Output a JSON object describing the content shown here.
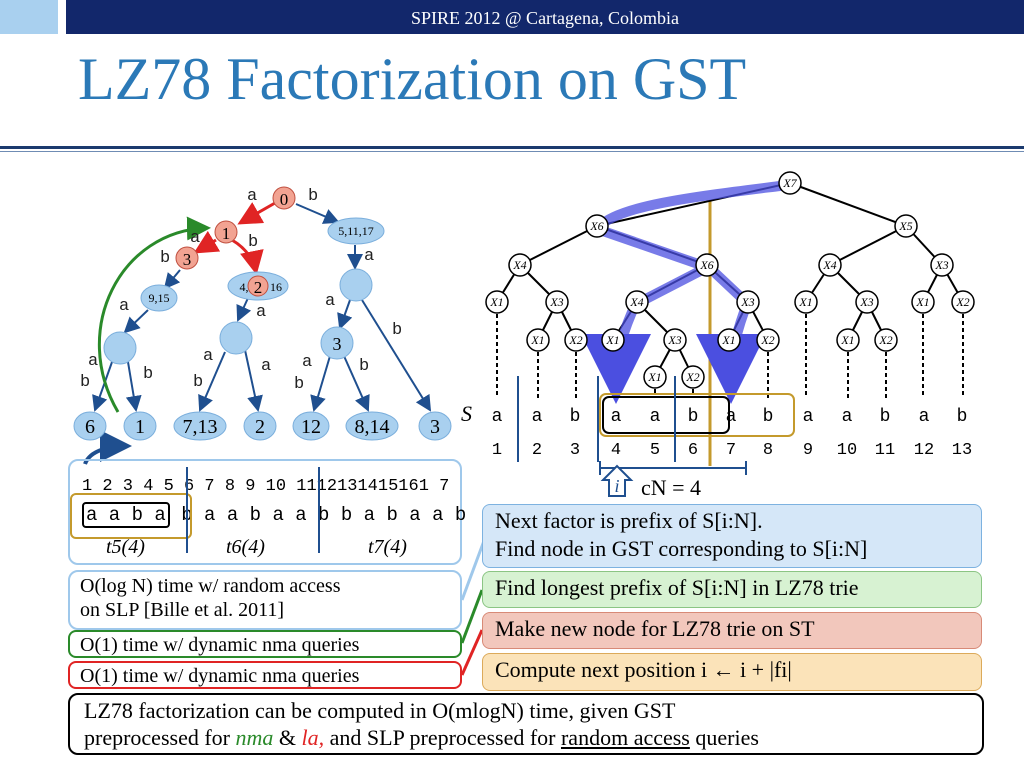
{
  "header": {
    "conference": "SPIRE 2012 @ Cartagena, Colombia"
  },
  "title": "LZ78 Factorization on GST",
  "colors": {
    "header_dark": "#12276b",
    "header_light": "#a9d0ef",
    "title": "#2b79b7",
    "green": "#2a8a2a",
    "red": "#e02424",
    "blue": "#1f4f8f",
    "gold": "#c49a2c"
  },
  "trie": {
    "root": "0",
    "node_1": "1",
    "node_3": "3",
    "node_2": "2",
    "node_91": "9,15",
    "node_517": "5,11,17",
    "node_416a": "4,",
    "node_416b": "16",
    "inner_3": "3",
    "edge_labels": [
      "a",
      "b",
      "a",
      "b",
      "b",
      "a",
      "a",
      "a",
      "a",
      "a",
      "b",
      "a",
      "b",
      "b",
      "a",
      "b",
      "a",
      "b",
      "b"
    ],
    "leaves": [
      "6",
      "1",
      "7,13",
      "2",
      "12",
      "8,14",
      "3"
    ]
  },
  "sequence": {
    "positions_a": "1 2 3 4 5",
    "positions_b": "6 7 8 9 10",
    "positions_c": "11",
    "positions_d": "12131415161 7",
    "string_boxed": "a a b a",
    "string_rest": "b a a b a a b b a b a a b",
    "t5": "t5(4)",
    "t6": "t6(4)",
    "t7": "t7(4)"
  },
  "complexity": {
    "random_access_1": "O(log N) time w/ random access",
    "random_access_2": "on SLP [Bille et al. 2011]",
    "nma": "O(1) time w/ dynamic nma queries",
    "la": "O(1) time w/ dynamic nma queries"
  },
  "slp": {
    "nodes": [
      "X7",
      "X6",
      "X5",
      "X4",
      "X6",
      "X4",
      "X3",
      "X1",
      "X3",
      "X4",
      "X3",
      "X1",
      "X3",
      "X1",
      "X2",
      "X1",
      "X2",
      "X1",
      "X3",
      "X1",
      "X2",
      "X1",
      "X2",
      "X1",
      "X2"
    ],
    "s_label": "S",
    "s_chars": [
      "a",
      "a",
      "b",
      "a",
      "a",
      "b",
      "a",
      "b",
      "a",
      "a",
      "b",
      "a",
      "b"
    ],
    "s_pos": [
      "1",
      "2",
      "3",
      "4",
      "5",
      "6",
      "7",
      "8",
      "9",
      "10",
      "11",
      "12",
      "13"
    ],
    "i_label": "i",
    "cn": "cN = 4"
  },
  "steps": {
    "s1_line1": "Next factor is prefix of S[i:N].",
    "s1_line2": "Find node in GST corresponding to S[i:N]",
    "s2": "Find longest prefix of S[i:N] in LZ78 trie",
    "s3": "Make new node for LZ78 trie on ST",
    "s4": "Compute next position i ← i + |fi|"
  },
  "conclusion": {
    "line1": "LZ78 factorization can be computed in O(mlogN) time, given GST",
    "line2a": "preprocessed for ",
    "nma": "nma",
    "amp": " & ",
    "la": "la,",
    "line2b": " and SLP preprocessed for ",
    "ra": "random access",
    "line2c": " queries"
  }
}
